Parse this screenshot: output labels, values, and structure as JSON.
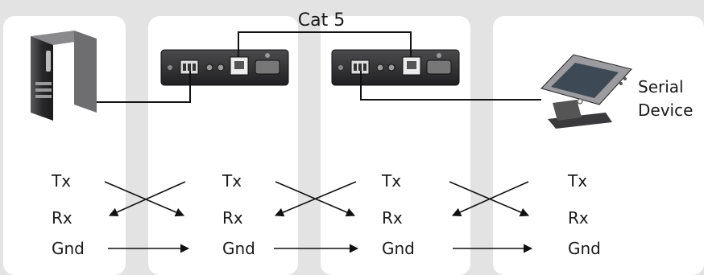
{
  "cable_label": "Cat 5",
  "serial_device_label": [
    "Serial",
    "Device"
  ],
  "signals": {
    "computer": [
      "Tx",
      "Rx",
      "Gnd"
    ],
    "extender_local": [
      "Tx",
      "Rx",
      "Gnd"
    ],
    "extender_remote": [
      "Tx",
      "Rx",
      "Gnd"
    ],
    "serial_device": [
      "Tx",
      "Rx",
      "Gnd"
    ]
  },
  "colors": {
    "background": "#e3e3e4",
    "panel": "#ffffff",
    "line": "#111111",
    "device_body": "#2d2d2f"
  }
}
